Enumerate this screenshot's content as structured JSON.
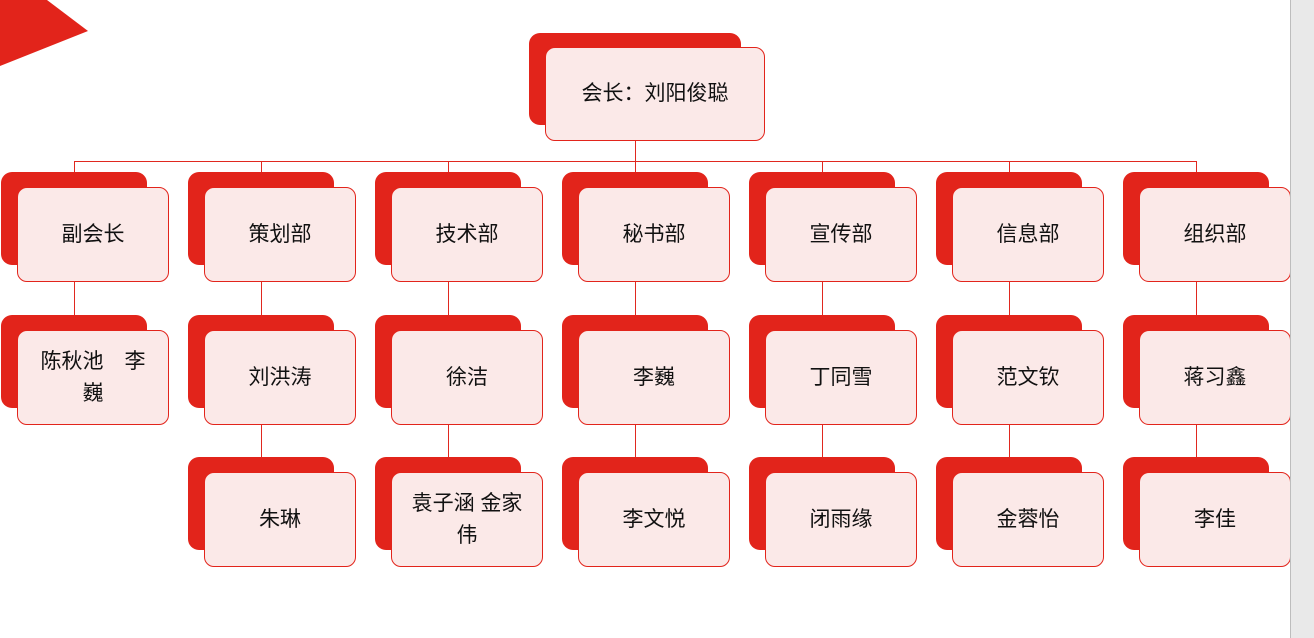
{
  "colors": {
    "accent_red": "#e2241b",
    "node_fill_pink": "#fbe9e8",
    "connector_red": "#e0281f",
    "text": "#111111",
    "scrollbar_track": "#e9e9e9",
    "scrollbar_border": "#bdbdbd"
  },
  "decor": {
    "corner_triangle": "red-corner-flag"
  },
  "org_chart": {
    "root": {
      "label": "会长：刘阳俊聪"
    },
    "branches": [
      {
        "department": "副会长",
        "members": [
          "陈秋池　李巍"
        ]
      },
      {
        "department": "策划部",
        "members": [
          "刘洪涛",
          "朱琳"
        ]
      },
      {
        "department": "技术部",
        "members": [
          "徐洁",
          "袁子涵 金家伟"
        ]
      },
      {
        "department": "秘书部",
        "members": [
          "李巍",
          "李文悦"
        ]
      },
      {
        "department": "宣传部",
        "members": [
          "丁同雪",
          "闭雨缘"
        ]
      },
      {
        "department": "信息部",
        "members": [
          "范文钦",
          "金蓉怡"
        ]
      },
      {
        "department": "组织部",
        "members": [
          "蒋习鑫",
          "李佳"
        ]
      }
    ]
  }
}
